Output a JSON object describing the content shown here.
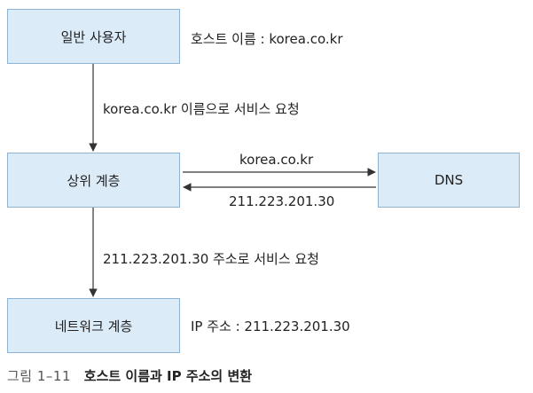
{
  "nodes": {
    "user": "일반 사용자",
    "upper_layer": "상위 계층",
    "network_layer": "네트워크 계층",
    "dns": "DNS"
  },
  "labels": {
    "host_name": "호스트 이름 : korea.co.kr",
    "request_by_name": "korea.co.kr 이름으로 서비스 요청",
    "query": "korea.co.kr",
    "response": "211.223.201.30",
    "request_by_ip": "211.223.201.30 주소로 서비스 요청",
    "ip_address": "IP 주소 : 211.223.201.30"
  },
  "caption": {
    "number": "그림 1–11",
    "title": "호스트 이름과 IP 주소의 변환"
  },
  "colors": {
    "box_fill": "#dcebf8",
    "box_border": "#8fb4d4",
    "arrow": "#333333"
  }
}
